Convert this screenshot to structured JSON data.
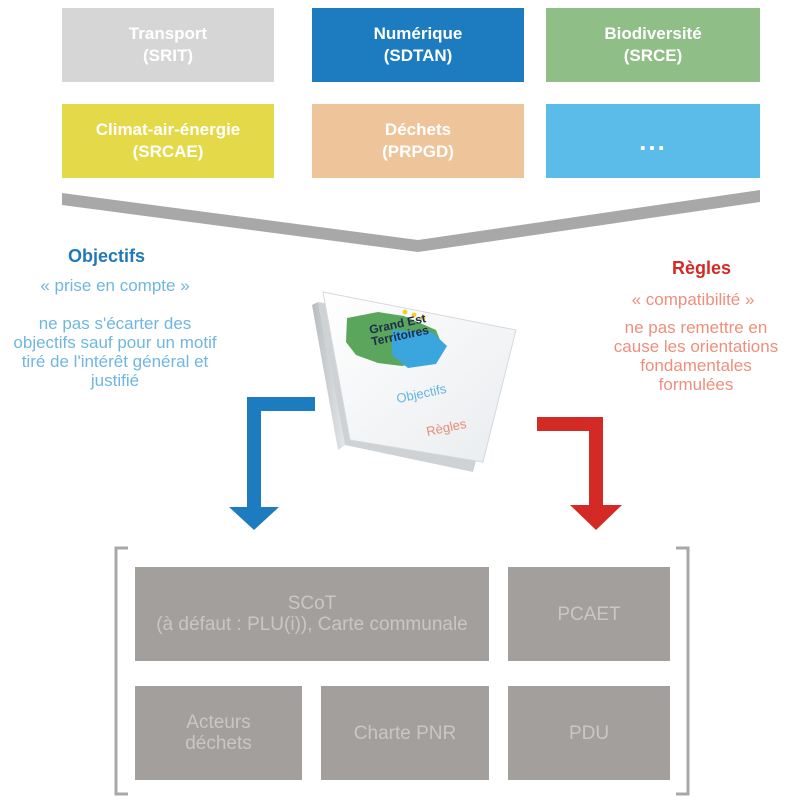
{
  "schemes": [
    {
      "title": "Transport",
      "code": "(SRIT)",
      "color": "#d6d6d6"
    },
    {
      "title": "Numérique",
      "code": "(SDTAN)",
      "color": "#1d7bbf"
    },
    {
      "title": "Biodiversité",
      "code": "(SRCE)",
      "color": "#8fbe87"
    },
    {
      "title": "Climat-air-énergie",
      "code": "(SRCAE)",
      "color": "#e3d949"
    },
    {
      "title": "Déchets",
      "code": "(PRPGD)",
      "color": "#eec49a"
    },
    {
      "title": "...",
      "code": "",
      "color": "#5bbbe9"
    }
  ],
  "objectifs": {
    "title": "Objectifs",
    "relation": "« prise en compte »",
    "description": "ne pas s'écarter des objectifs sauf pour un motif tiré de l'intérêt général et justifié",
    "color": "#2279b8",
    "text_color": "#6fb7e0"
  },
  "regles": {
    "title": "Règles",
    "relation": "« compatibilité »",
    "description": "ne pas remettre en cause les orientations fondamentales formulées",
    "color": "#d42a25",
    "text_color": "#ef8f7b"
  },
  "book": {
    "logo_line1": "Grand Est",
    "logo_line2": "Territoires",
    "label_objectifs": "Objectifs",
    "label_regles": "Règles"
  },
  "documents": [
    {
      "line1": "SCoT",
      "line2": "(à défaut : PLU(i)), Carte communale"
    },
    {
      "line1": "PCAET",
      "line2": ""
    },
    {
      "line1": "Acteurs",
      "line2": "déchets"
    },
    {
      "line1": "Charte PNR",
      "line2": ""
    },
    {
      "line1": "PDU",
      "line2": ""
    }
  ]
}
